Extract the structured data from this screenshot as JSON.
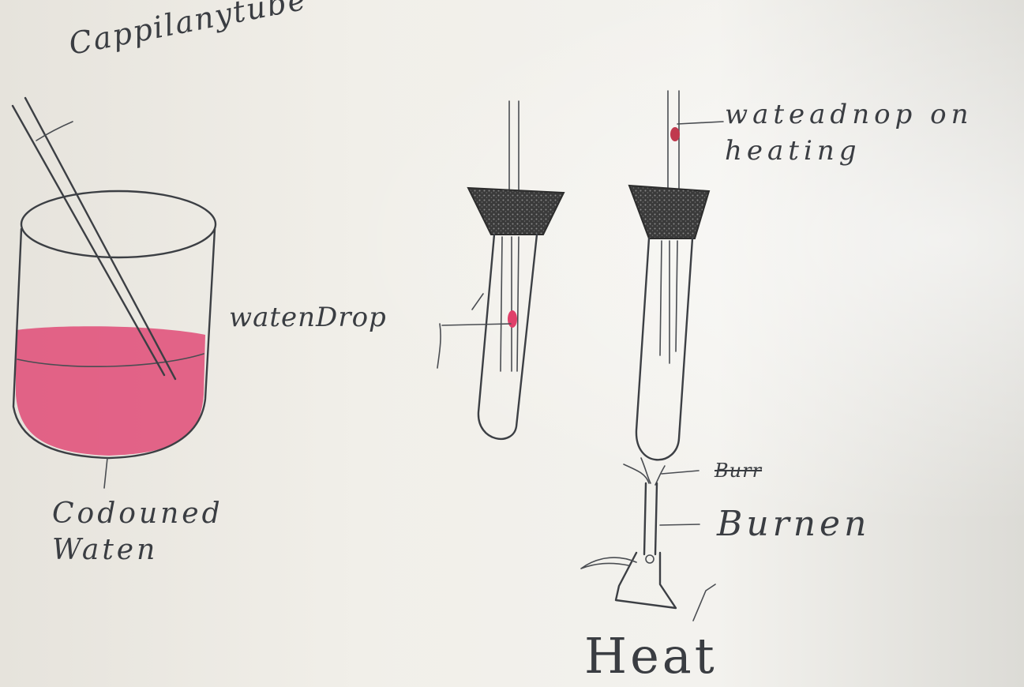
{
  "labels": {
    "capillary_tube": "Cappilanytube",
    "water_drop": "watenDrop",
    "coloured_water": "Codouned Waten",
    "water_drop_on_heating": "wateadnop on heating",
    "struck_out": "Burr",
    "burner": "Burnen",
    "heat": "Heat"
  },
  "colors": {
    "ink": "#3c3f44",
    "coloured_water": "#e0507a",
    "cork": "#3d3d3d"
  }
}
